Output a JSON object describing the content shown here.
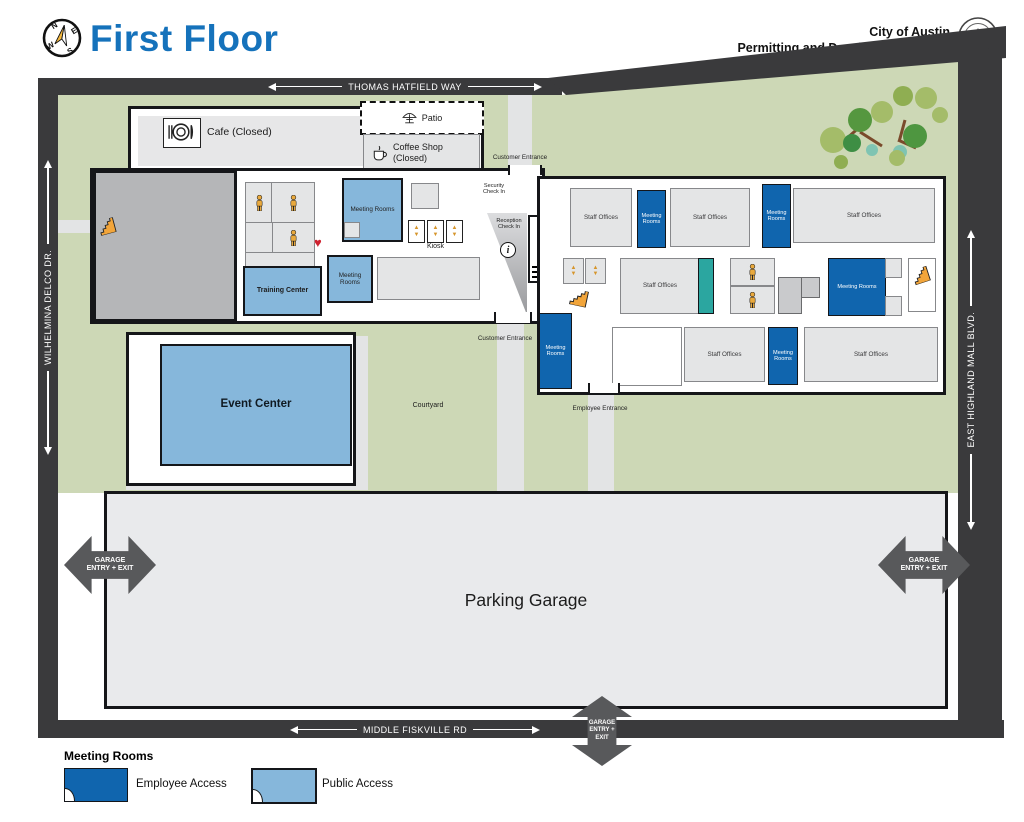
{
  "header": {
    "title": "First Floor",
    "org_line1": "City of Austin",
    "org_line2": "Permitting and Development Center"
  },
  "streets": {
    "north": "THOMAS HATFIELD WAY",
    "west": "WILHELMINA DELCO DR.",
    "east": "EAST HIGHLAND MALL BLVD.",
    "south": "MIDDLE FISKVILLE RD"
  },
  "labels": {
    "cafe": "Cafe (Closed)",
    "patio": "Patio",
    "coffee_shop": "Coffee Shop (Closed)",
    "customer_entrance": "Customer Entrance",
    "security_check_in": "Security Check In",
    "reception_check_in": "Reception Check In",
    "staircase": "Staircase",
    "kiosk": "Kiosk",
    "meeting_rooms": "Meeting Rooms",
    "training_center": "Training Center",
    "event_center": "Event Center",
    "courtyard": "Courtyard",
    "staff_offices": "Staff Offices",
    "employee_entrance": "Employee Entrance",
    "parking_garage": "Parking Garage",
    "garage_entry_exit": "GARAGE ENTRY + EXIT"
  },
  "legend": {
    "title": "Meeting Rooms",
    "items": [
      {
        "label": "Employee Access",
        "color": "#1065ae"
      },
      {
        "label": "Public Access",
        "color": "#86b7db"
      }
    ]
  },
  "colors": {
    "title_blue": "#1572bb",
    "road": "#3a3a3c",
    "site_green": "#cdd8b6",
    "garage_gray": "#e9eaec",
    "employee_access_blue": "#1065ae",
    "public_access_blue": "#86b7db",
    "teal_room": "#2ba6a0"
  }
}
